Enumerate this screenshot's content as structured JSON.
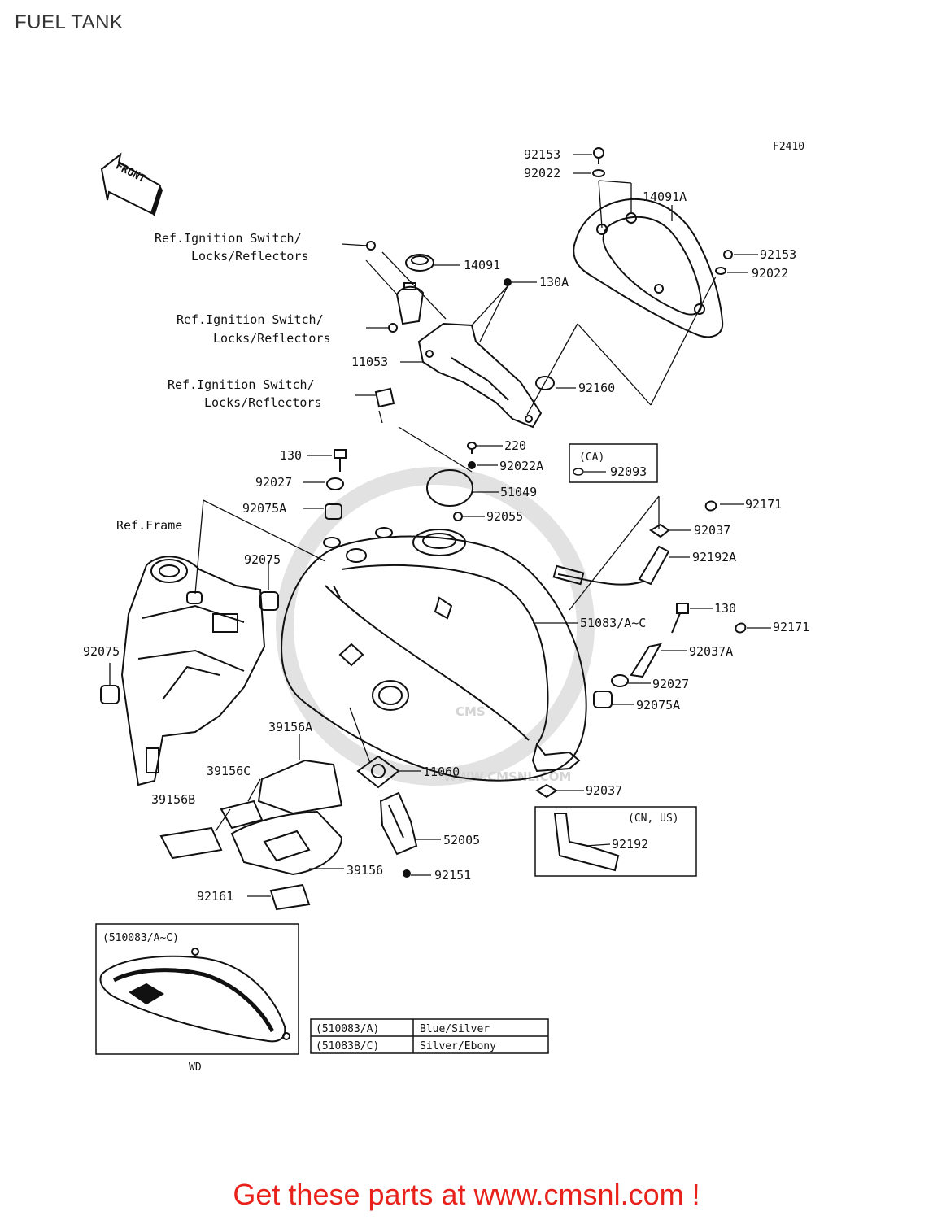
{
  "page": {
    "title": "FUEL TANK",
    "figure_code": "F2410",
    "footer": "Get these parts at www.cmsnl.com !"
  },
  "front_arrow": {
    "label": "FRONT"
  },
  "watermark": {
    "brand": "CMS",
    "site": "WWW.CMSNL.COM"
  },
  "references": {
    "ignition_1_line1": "Ref.Ignition Switch/",
    "ignition_1_line2": "Locks/Reflectors",
    "ignition_2_line1": "Ref.Ignition Switch/",
    "ignition_2_line2": "Locks/Reflectors",
    "ignition_3_line1": "Ref.Ignition Switch/",
    "ignition_3_line2": "Locks/Reflectors",
    "frame": "Ref.Frame"
  },
  "parts": {
    "p92153_top": "92153",
    "p92022_top": "92022",
    "p14091A": "14091A",
    "p92153_right": "92153",
    "p92022_right": "92022",
    "p14091": "14091",
    "p130A": "130A",
    "p11053": "11053",
    "p92160": "92160",
    "p220": "220",
    "p92022A": "92022A",
    "p130_left": "130",
    "p92027_left": "92027",
    "p51049": "51049",
    "p92075A_left": "92075A",
    "p92055": "92055",
    "p92171_top": "92171",
    "p92037_top": "92037",
    "p92192A": "92192A",
    "p92075_mid": "92075",
    "p92075_left": "92075",
    "p51083": "51083/A~C",
    "p130_right": "130",
    "p92171_right": "92171",
    "p92037A": "92037A",
    "p92027_right": "92027",
    "p92075A_right": "92075A",
    "p39156A": "39156A",
    "p39156C": "39156C",
    "p11060": "11060",
    "p92037_bottom": "92037",
    "p39156B": "39156B",
    "p52005": "52005",
    "p39156": "39156",
    "p92151": "92151",
    "p92161": "92161",
    "p92192": "92192"
  },
  "boxes": {
    "ca": {
      "label": "(CA)",
      "part": "92093"
    },
    "cn_us": {
      "label": "(CN, US)"
    },
    "inset": {
      "label": "(510083/A~C)",
      "caption": "WD"
    }
  },
  "color_table": {
    "rows": [
      {
        "code": "(510083/A)",
        "color": "Blue/Silver"
      },
      {
        "code": "(51083B/C)",
        "color": "Silver/Ebony"
      }
    ]
  }
}
